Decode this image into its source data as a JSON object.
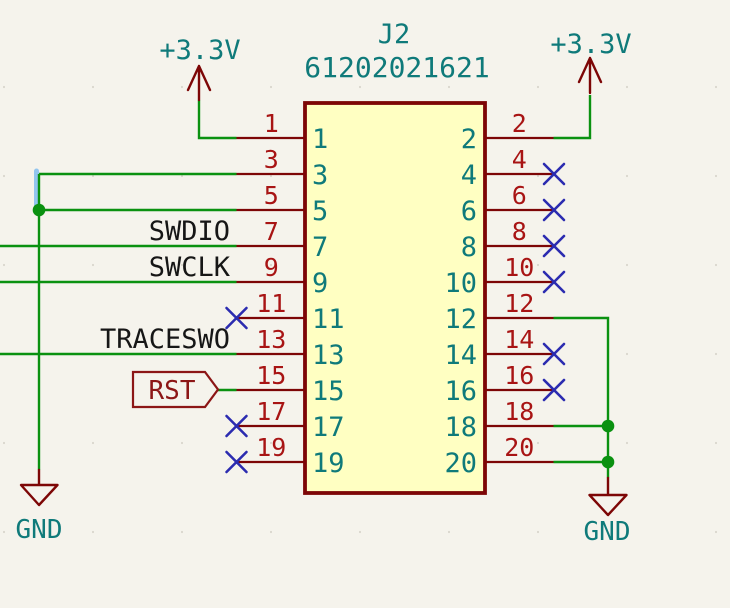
{
  "schematic": {
    "component": {
      "reference": "J2",
      "value": "61202021621",
      "pins_left": [
        "1",
        "3",
        "5",
        "7",
        "9",
        "11",
        "13",
        "15",
        "17",
        "19"
      ],
      "pins_right": [
        "2",
        "4",
        "6",
        "8",
        "10",
        "12",
        "14",
        "16",
        "18",
        "20"
      ],
      "no_connect_left": [
        "11",
        "17",
        "19"
      ],
      "no_connect_right": [
        "4",
        "6",
        "8",
        "10",
        "14",
        "16"
      ]
    },
    "net_labels": {
      "swdio": "SWDIO",
      "swclk": "SWCLK",
      "traceswo": "TRACESWO"
    },
    "global_labels": {
      "rst": "RST"
    },
    "power": {
      "vcc_left": "+3.3V",
      "vcc_right": "+3.3V",
      "gnd_left": "GND",
      "gnd_right": "GND"
    }
  },
  "colors": {
    "background": "#f5f3ec",
    "wire_green": "#0a9110",
    "symbol_red": "#7d0606",
    "pin_number_red": "#a81414",
    "pin_name_teal": "#0f7a7a",
    "net_label_black": "#161616",
    "no_connect_blue": "#2b2bb0",
    "body_fill_yellow": "#ffffc2",
    "selection_highlight_blue": "#92c5ef"
  }
}
